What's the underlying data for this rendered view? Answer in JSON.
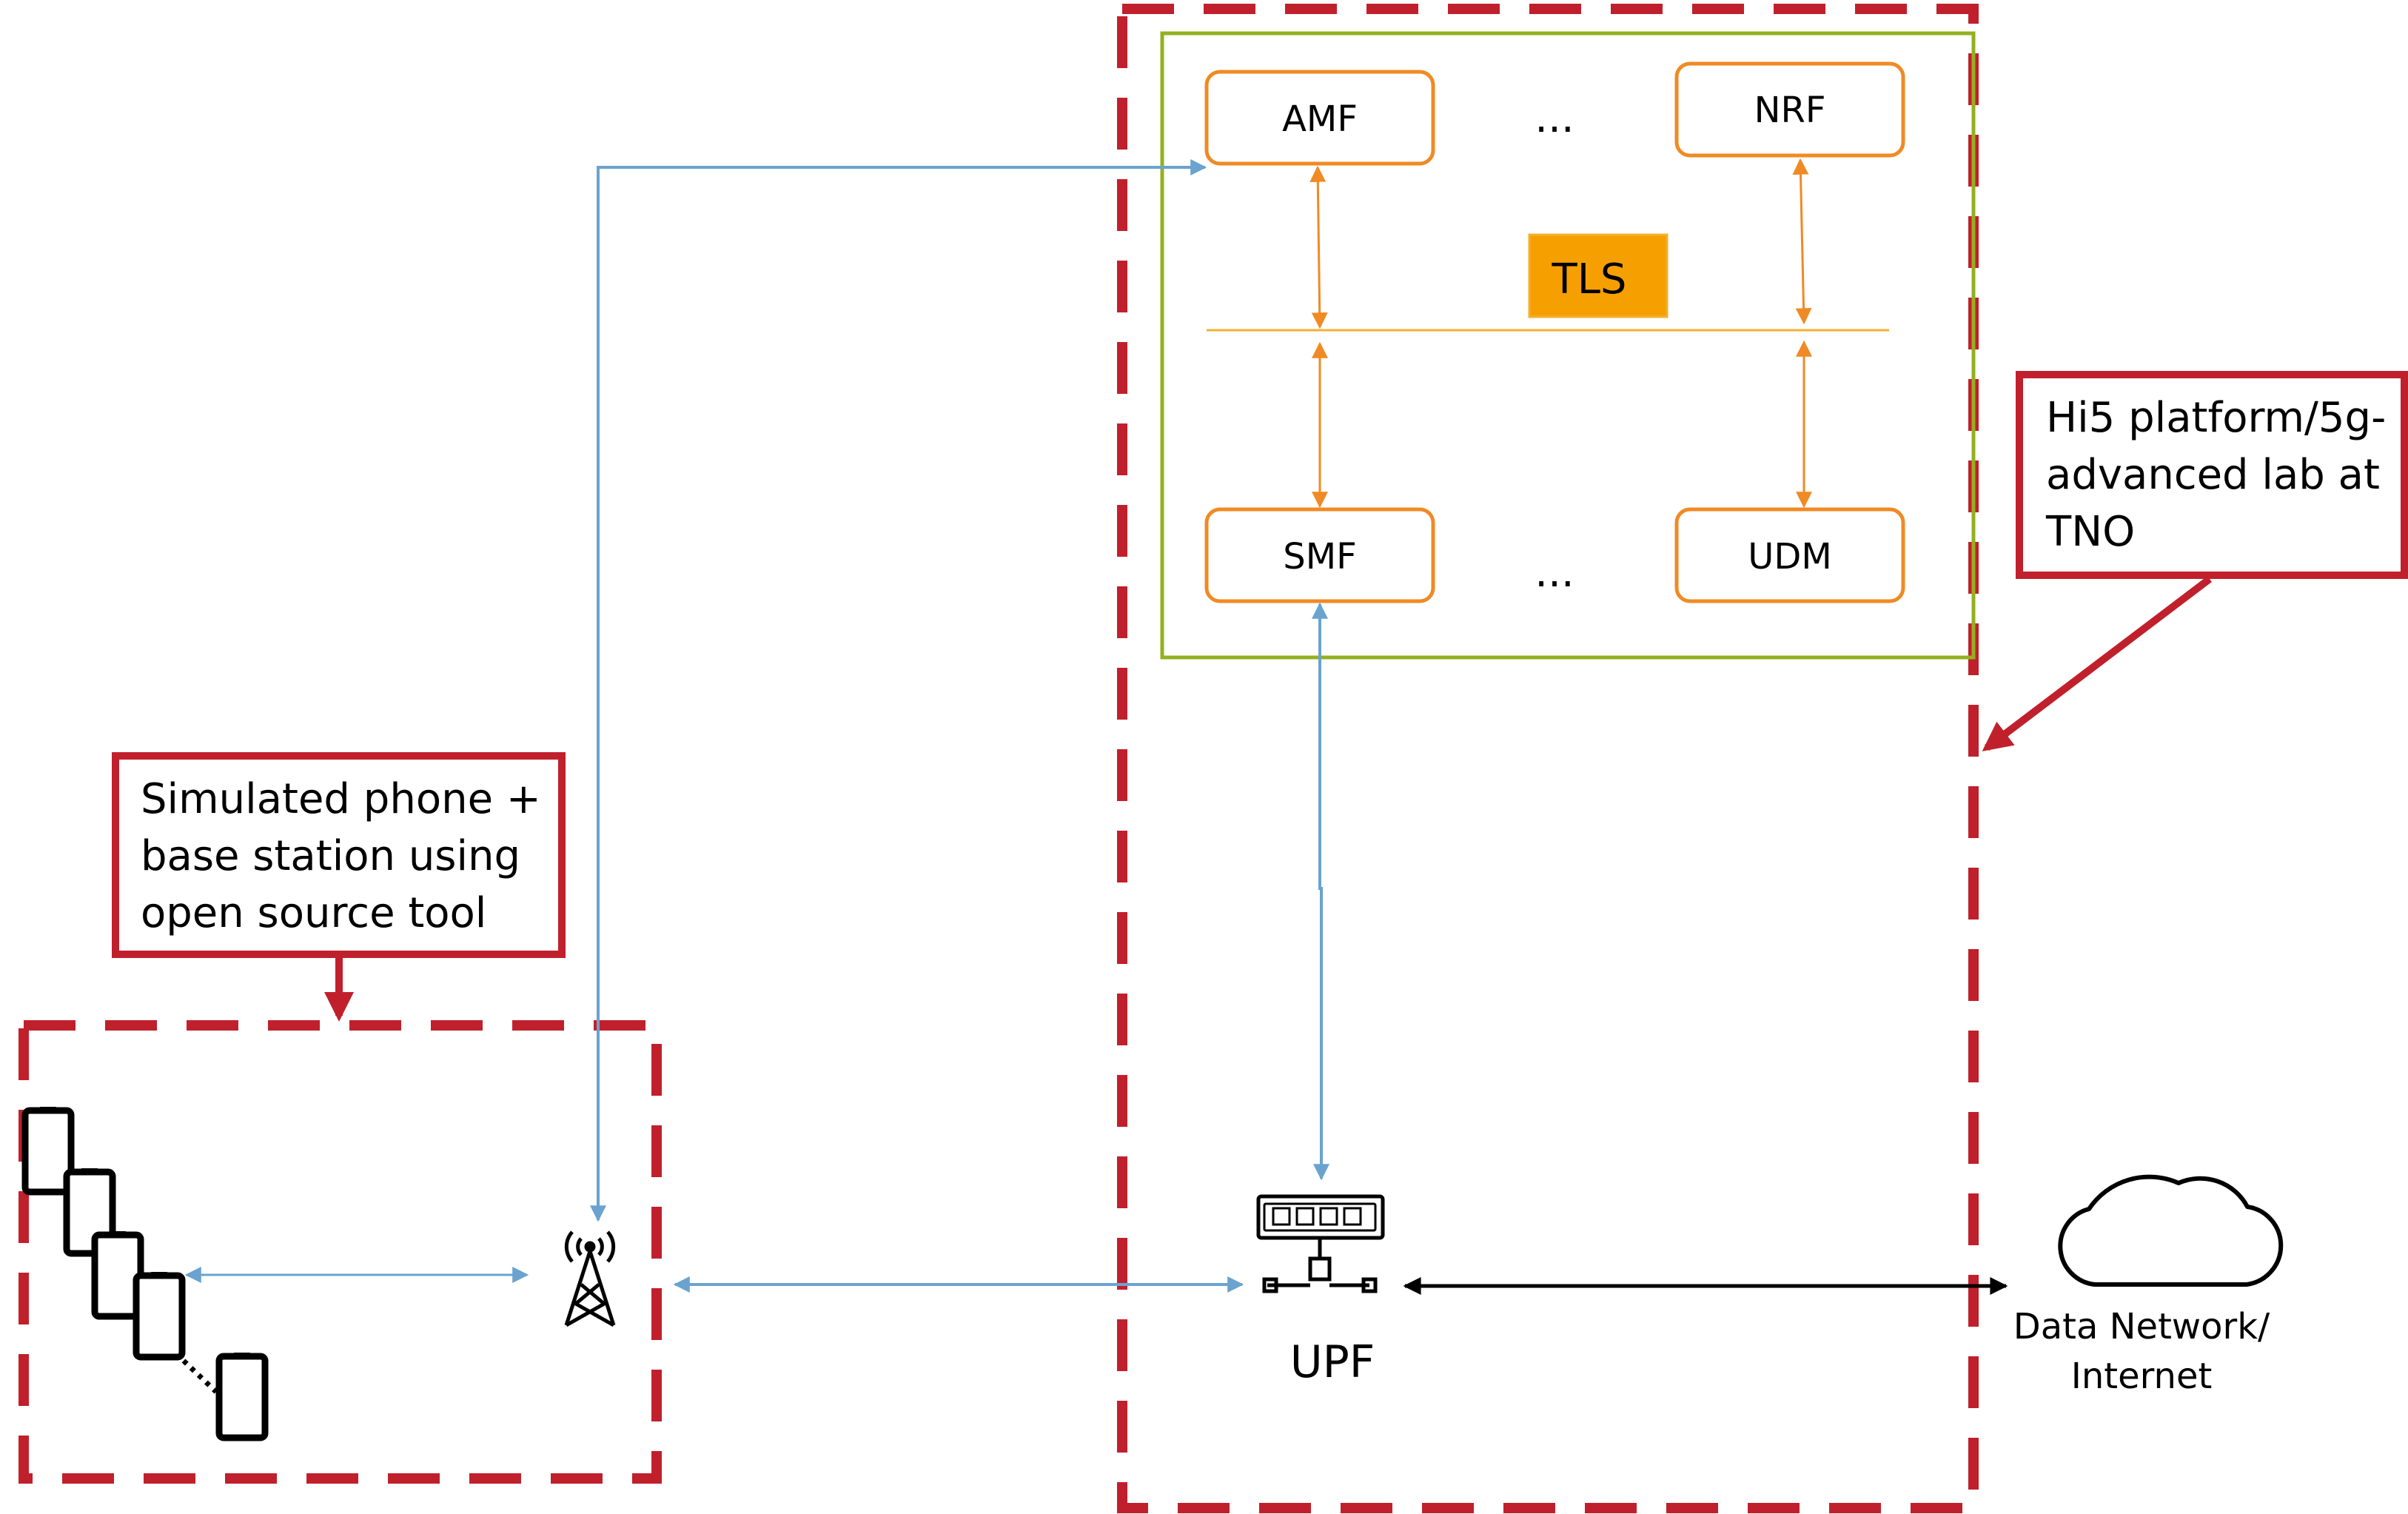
{
  "nodes": {
    "amf": "AMF",
    "nrf": "NRF",
    "smf": "SMF",
    "udm": "UDM",
    "upf": "UPF",
    "tls": "TLS",
    "ellipsis_top": "...",
    "ellipsis_bottom": "..."
  },
  "callouts": {
    "simulated": [
      "Simulated phone +",
      "base station using",
      "open source tool"
    ],
    "platform": [
      "Hi5 platform/5g-",
      "advanced lab at",
      "TNO"
    ]
  },
  "cloud": [
    "Data Network/",
    "Internet"
  ],
  "colors": {
    "red": "#c0202c",
    "orange": "#f08a24",
    "tls_fill": "#f5a000",
    "green_border": "#93b020",
    "blue": "#6aa3cf",
    "black": "#000000"
  },
  "icons": {
    "phones": "smartphone-icon",
    "tower": "cell-tower-icon",
    "upf": "network-switch-icon",
    "cloud": "cloud-icon"
  }
}
